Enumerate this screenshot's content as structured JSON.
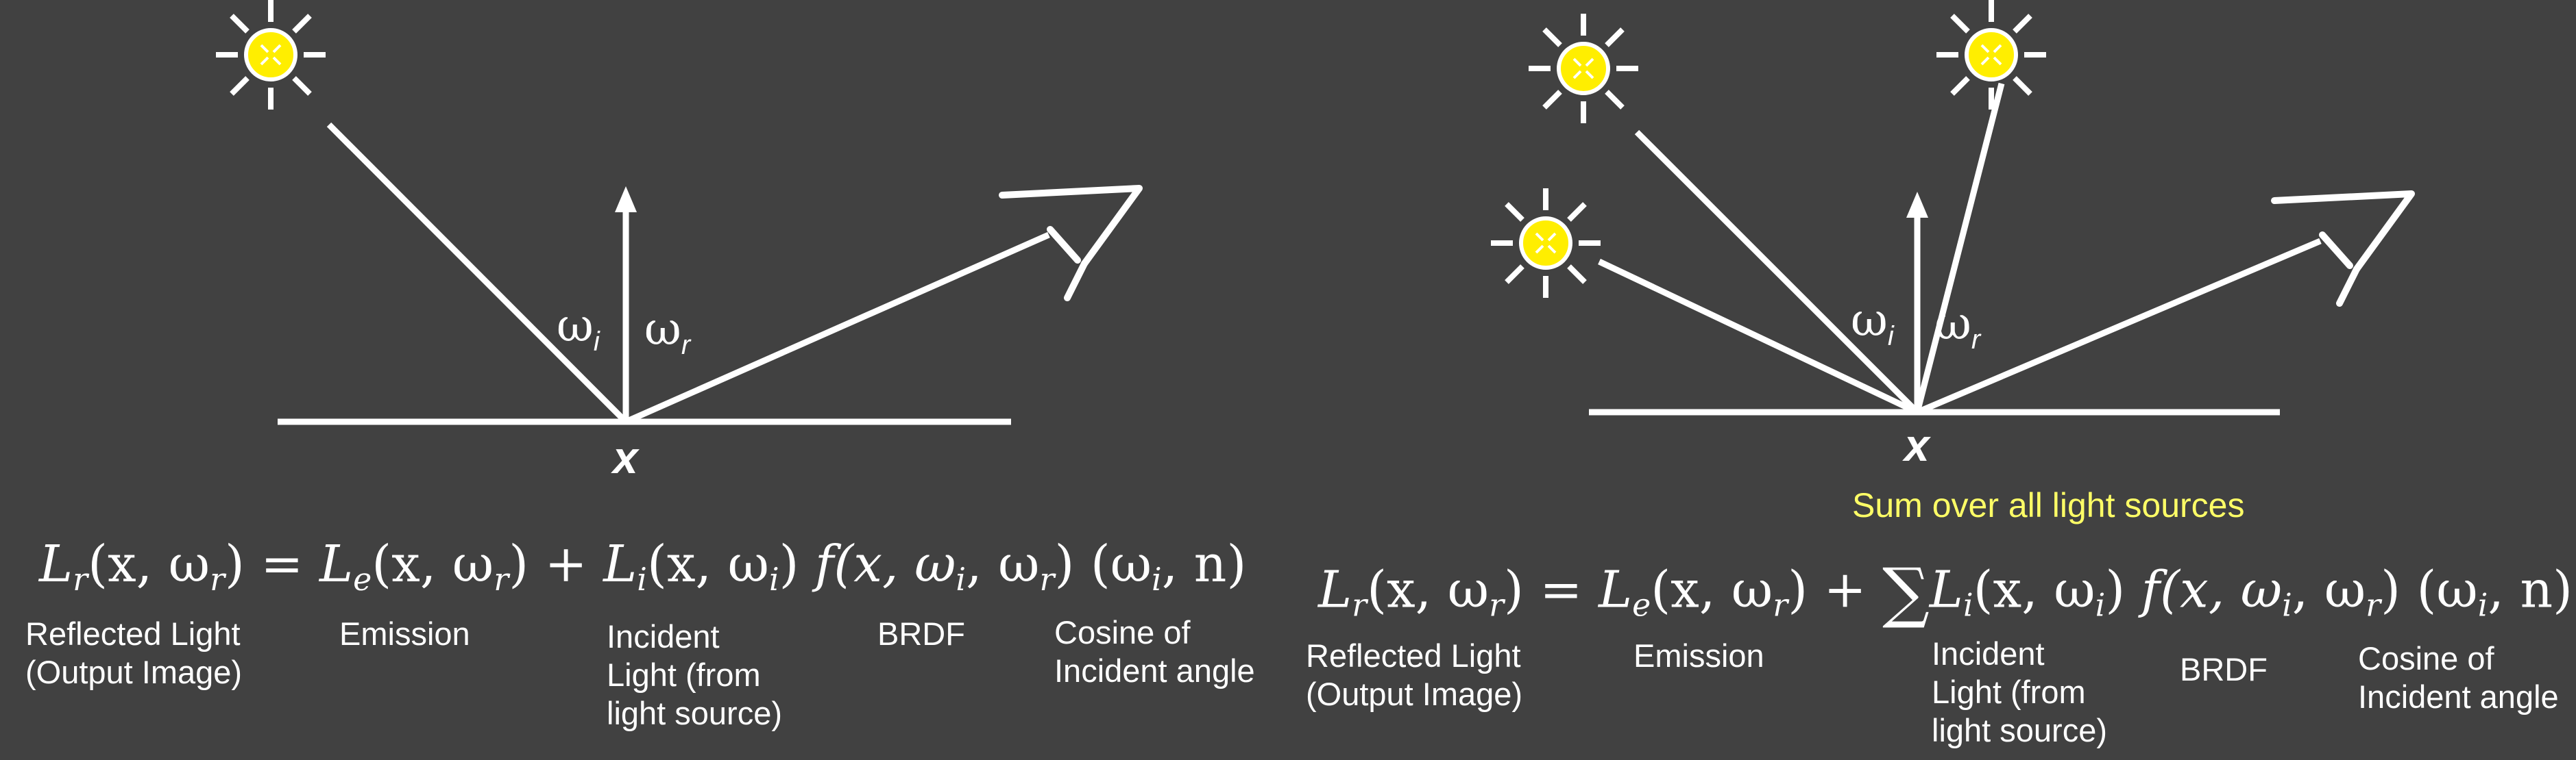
{
  "colors": {
    "background": "#414141",
    "lines": "#ffffff",
    "light_core": "#ffee00",
    "note_text": "#ffff66"
  },
  "icons": [
    "light-source-icon",
    "eye-icon"
  ],
  "left_panel": {
    "omega_i": {
      "base": "ω",
      "sub": "i"
    },
    "omega_r": {
      "base": "ω",
      "sub": "r"
    },
    "point": "x",
    "equation": {
      "lhs": "L",
      "lhs_sub": "r",
      "lhs_args": "(x, ω",
      "lhs_args_sub": "r",
      "lhs_close": ")",
      "eq": " = ",
      "emis": "L",
      "emis_sub": "e",
      "emis_args": "(x, ω",
      "emis_args_sub": "r",
      "emis_close": ")",
      "plus": " + ",
      "inc": "L",
      "inc_sub": "i",
      "inc_args": "(x, ω",
      "inc_args_sub": "i",
      "inc_close": ")",
      "brdf": "  f(x, ω",
      "brdf_sub1": "i",
      "brdf_mid": ", ω",
      "brdf_sub2": "r",
      "brdf_close": ")",
      "cos": "  (ω",
      "cos_sub": "i",
      "cos_close": ", n)"
    },
    "labels": {
      "reflected": "Reflected Light\n(Output Image)",
      "emission": "Emission",
      "incident": "Incident\nLight (from\nlight source)",
      "brdf": "BRDF",
      "cosine": "Cosine of\nIncident angle"
    }
  },
  "right_panel": {
    "omega_i": {
      "base": "ω",
      "sub": "i"
    },
    "omega_r": {
      "base": "ω",
      "sub": "r"
    },
    "point": "x",
    "note": "Sum over all light sources",
    "equation": {
      "lhs": "L",
      "lhs_sub": "r",
      "lhs_args": "(x, ω",
      "lhs_args_sub": "r",
      "lhs_close": ")",
      "eq": " = ",
      "emis": "L",
      "emis_sub": "e",
      "emis_args": "(x, ω",
      "emis_args_sub": "r",
      "emis_close": ")",
      "plus": " + ",
      "sum": "∑",
      "inc": "L",
      "inc_sub": "i",
      "inc_args": "(x, ω",
      "inc_args_sub": "i",
      "inc_close": ")",
      "brdf": "  f(x, ω",
      "brdf_sub1": "i",
      "brdf_mid": ", ω",
      "brdf_sub2": "r",
      "brdf_close": ")",
      "cos": "  (ω",
      "cos_sub": "i",
      "cos_close": ", n)"
    },
    "labels": {
      "reflected": "Reflected Light\n(Output Image)",
      "emission": "Emission",
      "incident": "Incident\nLight (from\nlight source)",
      "brdf": "BRDF",
      "cosine": "Cosine of\nIncident angle"
    }
  }
}
